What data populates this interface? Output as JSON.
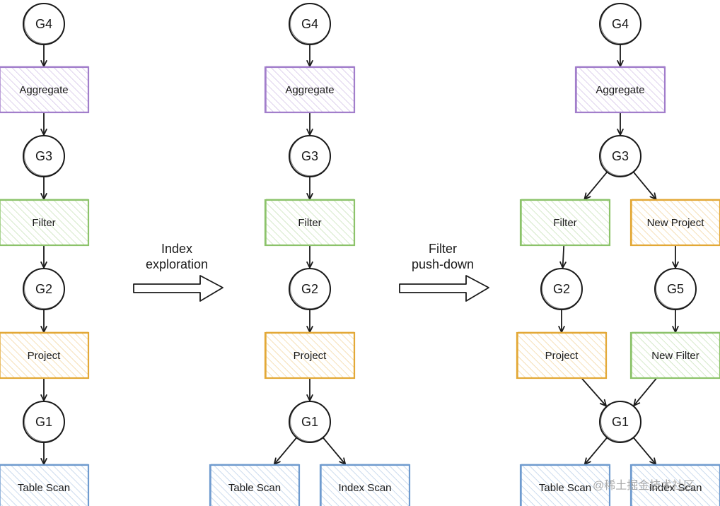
{
  "colors": {
    "aggregate": "#a27ecb",
    "filter": "#8cc36a",
    "project": "#e3a836",
    "scan": "#6f9bcf",
    "ink": "#1a1a1a",
    "background": "#ffffff"
  },
  "stages": [
    {
      "groups": [
        {
          "key": "s0-g4",
          "label": "G4"
        },
        {
          "key": "s0-g3",
          "label": "G3"
        },
        {
          "key": "s0-g2",
          "label": "G2"
        },
        {
          "key": "s0-g1",
          "label": "G1"
        }
      ],
      "operators": [
        {
          "key": "s0-aggregate",
          "label": "Aggregate",
          "kind": "aggregate"
        },
        {
          "key": "s0-filter",
          "label": "Filter",
          "kind": "filter"
        },
        {
          "key": "s0-project",
          "label": "Project",
          "kind": "project"
        },
        {
          "key": "s0-table-scan",
          "label": "Table Scan",
          "kind": "scan"
        }
      ],
      "edges": [
        [
          "s0-g4",
          "s0-aggregate"
        ],
        [
          "s0-aggregate",
          "s0-g3"
        ],
        [
          "s0-g3",
          "s0-filter"
        ],
        [
          "s0-filter",
          "s0-g2"
        ],
        [
          "s0-g2",
          "s0-project"
        ],
        [
          "s0-project",
          "s0-g1"
        ],
        [
          "s0-g1",
          "s0-table-scan"
        ]
      ]
    },
    {
      "groups": [
        {
          "key": "s1-g4",
          "label": "G4"
        },
        {
          "key": "s1-g3",
          "label": "G3"
        },
        {
          "key": "s1-g2",
          "label": "G2"
        },
        {
          "key": "s1-g1",
          "label": "G1"
        }
      ],
      "operators": [
        {
          "key": "s1-aggregate",
          "label": "Aggregate",
          "kind": "aggregate"
        },
        {
          "key": "s1-filter",
          "label": "Filter",
          "kind": "filter"
        },
        {
          "key": "s1-project",
          "label": "Project",
          "kind": "project"
        },
        {
          "key": "s1-table-scan",
          "label": "Table Scan",
          "kind": "scan"
        },
        {
          "key": "s1-index-scan",
          "label": "Index Scan",
          "kind": "scan"
        }
      ],
      "edges": [
        [
          "s1-g4",
          "s1-aggregate"
        ],
        [
          "s1-aggregate",
          "s1-g3"
        ],
        [
          "s1-g3",
          "s1-filter"
        ],
        [
          "s1-filter",
          "s1-g2"
        ],
        [
          "s1-g2",
          "s1-project"
        ],
        [
          "s1-project",
          "s1-g1"
        ],
        [
          "s1-g1",
          "s1-table-scan"
        ],
        [
          "s1-g1",
          "s1-index-scan"
        ]
      ]
    },
    {
      "groups": [
        {
          "key": "s2-g4",
          "label": "G4"
        },
        {
          "key": "s2-g3",
          "label": "G3"
        },
        {
          "key": "s2-g2",
          "label": "G2"
        },
        {
          "key": "s2-g5",
          "label": "G5"
        },
        {
          "key": "s2-g1",
          "label": "G1"
        }
      ],
      "operators": [
        {
          "key": "s2-aggregate",
          "label": "Aggregate",
          "kind": "aggregate"
        },
        {
          "key": "s2-filter",
          "label": "Filter",
          "kind": "filter"
        },
        {
          "key": "s2-new-project",
          "label": "New Project",
          "kind": "project"
        },
        {
          "key": "s2-project",
          "label": "Project",
          "kind": "project"
        },
        {
          "key": "s2-new-filter",
          "label": "New Filter",
          "kind": "filter"
        },
        {
          "key": "s2-table-scan",
          "label": "Table Scan",
          "kind": "scan"
        },
        {
          "key": "s2-index-scan",
          "label": "Index Scan",
          "kind": "scan"
        }
      ],
      "edges": [
        [
          "s2-g4",
          "s2-aggregate"
        ],
        [
          "s2-aggregate",
          "s2-g3"
        ],
        [
          "s2-g3",
          "s2-filter"
        ],
        [
          "s2-g3",
          "s2-new-project"
        ],
        [
          "s2-filter",
          "s2-g2"
        ],
        [
          "s2-new-project",
          "s2-g5"
        ],
        [
          "s2-g2",
          "s2-project"
        ],
        [
          "s2-g5",
          "s2-new-filter"
        ],
        [
          "s2-project",
          "s2-g1"
        ],
        [
          "s2-new-filter",
          "s2-g1"
        ],
        [
          "s2-g1",
          "s2-table-scan"
        ],
        [
          "s2-g1",
          "s2-index-scan"
        ]
      ]
    }
  ],
  "transitions": [
    {
      "key": "index-exploration",
      "lines": [
        "Index",
        "exploration"
      ]
    },
    {
      "key": "filter-push-down",
      "lines": [
        "Filter",
        "push-down"
      ]
    }
  ],
  "watermark": {
    "text": "@稀土掘金技术社区"
  }
}
